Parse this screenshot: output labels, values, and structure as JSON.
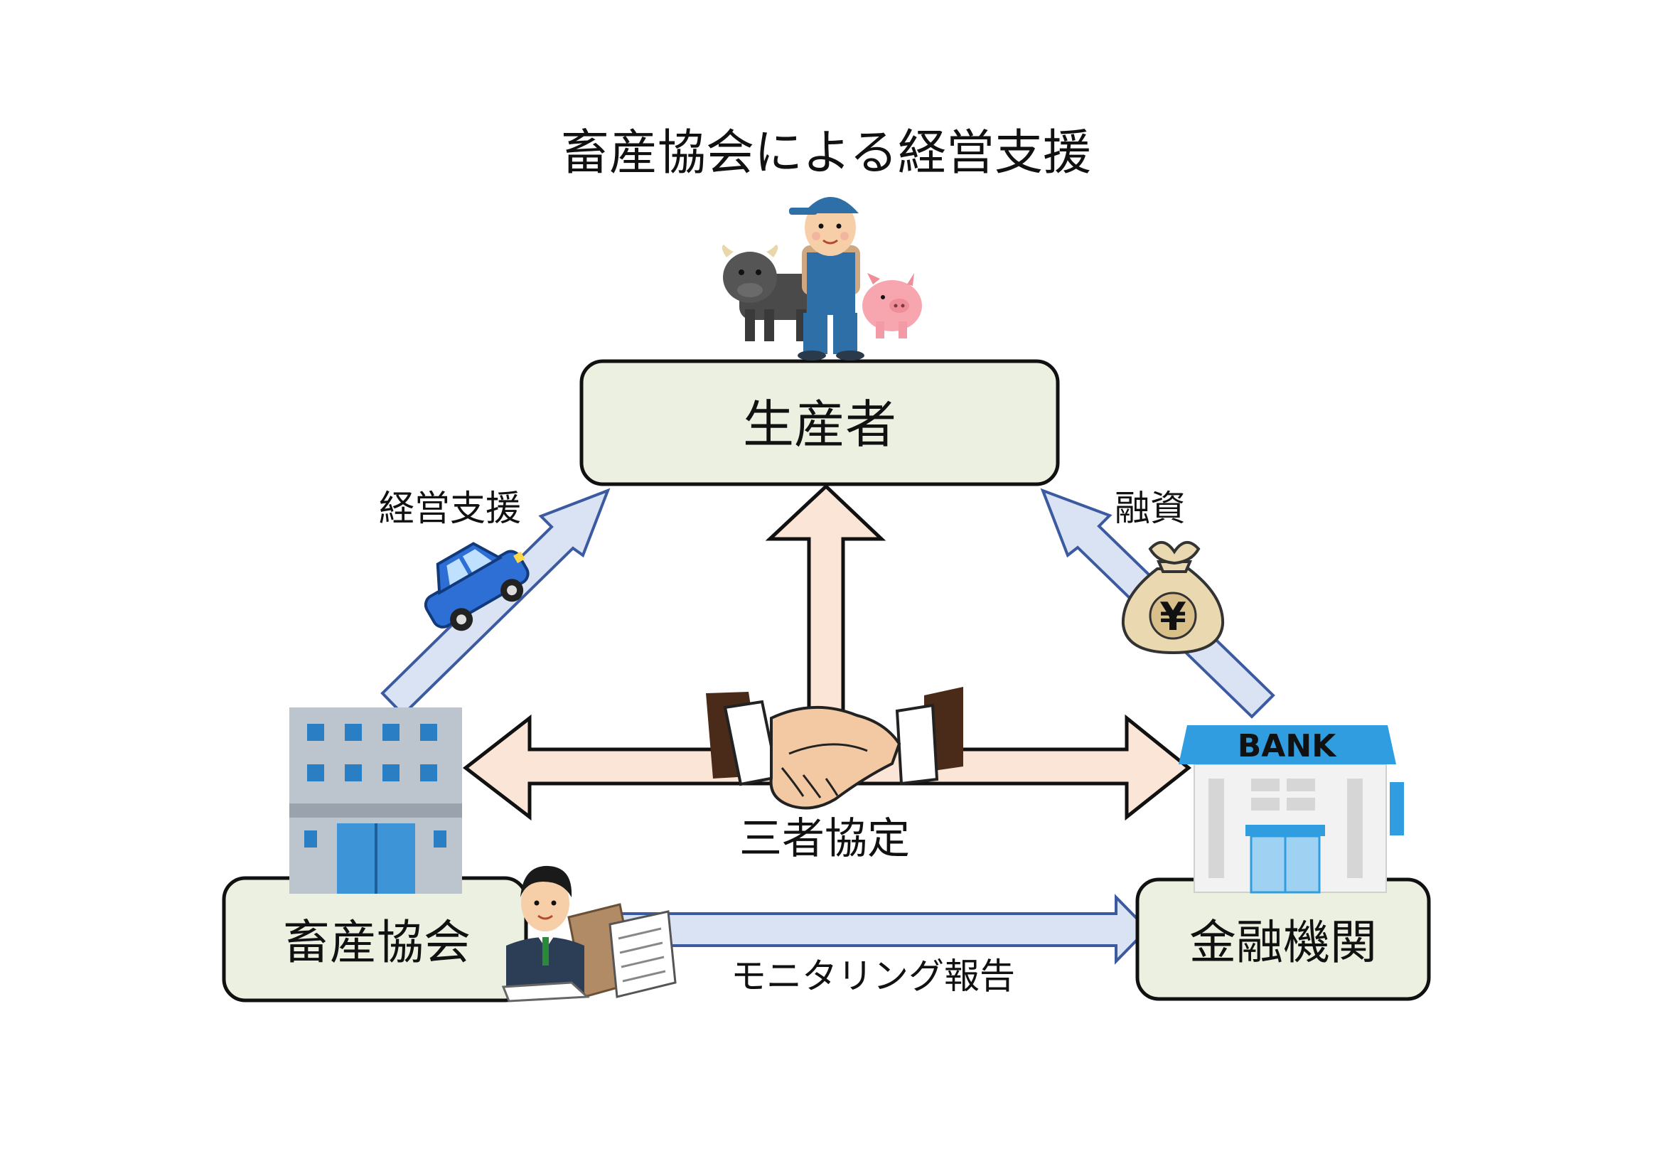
{
  "title": "畜産協会による経営支援",
  "nodes": {
    "producer": {
      "label": "生産者"
    },
    "association": {
      "label": "畜産協会"
    },
    "bank": {
      "label": "金融機関",
      "sign": "BANK"
    }
  },
  "edges": {
    "management_support": "経営支援",
    "financing": "融資",
    "agreement": "三者協定",
    "monitoring": "モニタリング報告"
  },
  "icons": {
    "farmer": "farmer-with-livestock-icon",
    "car": "car-icon",
    "money_bag": "yen-money-bag-icon",
    "money_symbol": "¥",
    "handshake": "handshake-icon",
    "building": "office-building-icon",
    "bank": "bank-building-icon",
    "clerk": "clerk-with-documents-icon"
  },
  "colors": {
    "node_fill": "#ebf0e0",
    "node_stroke": "#111111",
    "blue_arrow_fill": "#dae3f3",
    "blue_arrow_stroke": "#3b5aa0",
    "peach_arrow_fill": "#fbe5d6",
    "peach_arrow_stroke": "#111111"
  }
}
